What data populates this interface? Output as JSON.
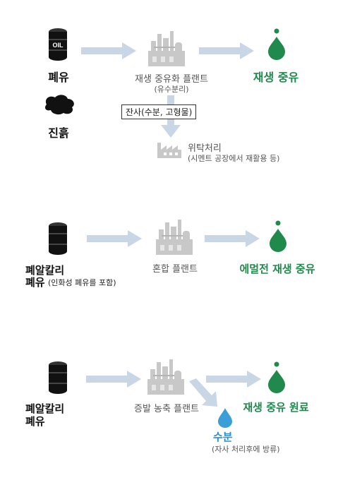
{
  "colors": {
    "arrow": "#c9d6e6",
    "plant": "#c8c8c8",
    "green_drop": "#1f8a4c",
    "blue_drop": "#3a9fd8",
    "barrel": "#111111"
  },
  "section1": {
    "barrel_label": "OIL",
    "source_label": "폐유",
    "sludge_label": "진흙",
    "plant_label": "재생 중유화 플랜트",
    "plant_sublabel": "(유수분리)",
    "product_label": "재생 중유",
    "residue_box": "잔사(수분, 고형물)",
    "outsource_label": "위탁처리",
    "outsource_sublabel": "(시멘트 공장에서 재활용 등)"
  },
  "section2": {
    "source_label_line1": "폐알칼리",
    "source_label_line2": "폐유",
    "source_note": "(인화성 폐유를 포함)",
    "plant_label": "혼합 플랜트",
    "product_label": "에멀전 재생 중유"
  },
  "section3": {
    "source_label_line1": "폐알칼리",
    "source_label_line2": "폐유",
    "plant_label": "증발 농축 플랜트",
    "product_label": "재생 중유 원료",
    "water_label": "수분",
    "water_note": "(자사 처리후에 방류)"
  }
}
